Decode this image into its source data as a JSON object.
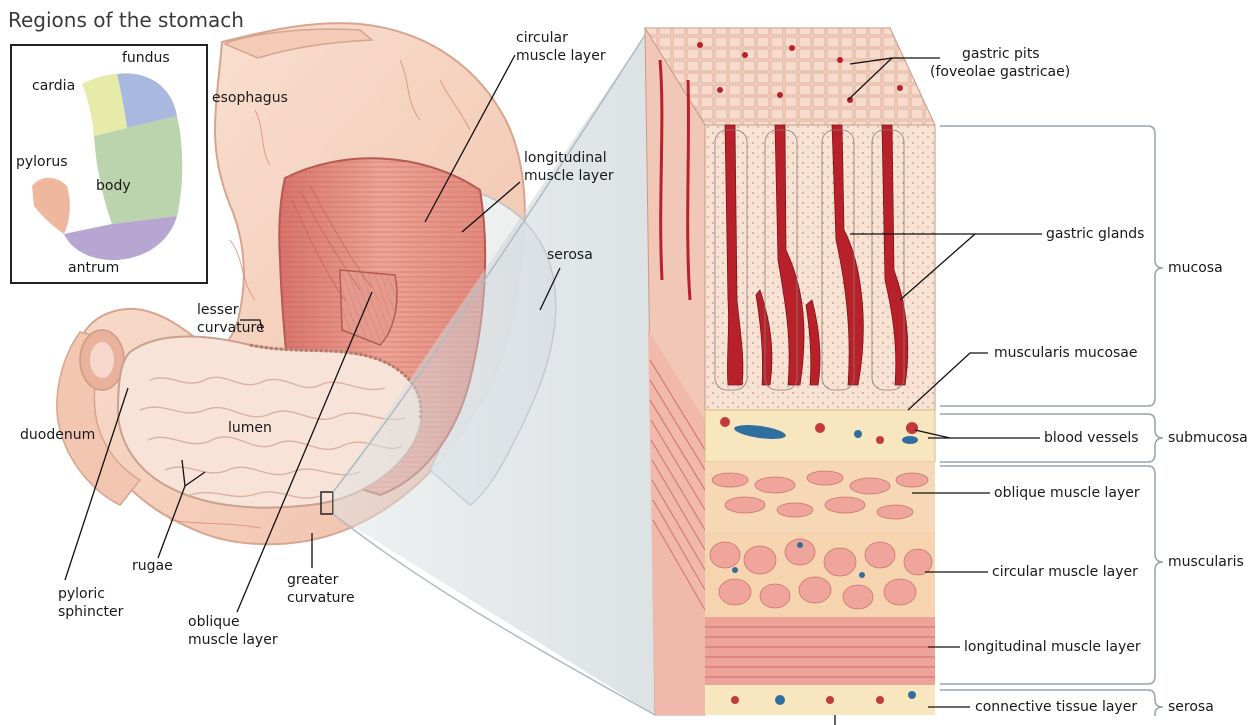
{
  "title": "Regions of the stomach",
  "inset": {
    "fundus": "fundus",
    "cardia": "cardia",
    "pylorus": "pylorus",
    "body": "body",
    "antrum": "antrum"
  },
  "stomach_labels": {
    "esophagus": "esophagus",
    "circular_1": "circular",
    "circular_2": "muscle layer",
    "longitudinal_1": "longitudinal",
    "longitudinal_2": "muscle layer",
    "serosa": "serosa",
    "lesser_1": "lesser",
    "lesser_2": "curvature",
    "lumen": "lumen",
    "duodenum": "duodenum",
    "rugae": "rugae",
    "pyloric_1": "pyloric",
    "pyloric_2": "sphincter",
    "oblique_1": "oblique",
    "oblique_2": "muscle layer",
    "greater_1": "greater",
    "greater_2": "curvature"
  },
  "section_labels": {
    "gastric_pits_1": "gastric pits",
    "gastric_pits_2": "(foveolae gastricae)",
    "gastric_glands": "gastric glands",
    "muscularis_mucosae": "muscularis mucosae",
    "blood_vessels": "blood vessels",
    "oblique": "oblique muscle layer",
    "circular": "circular muscle layer",
    "longitudinal": "longitudinal muscle layer",
    "connective": "connective tissue layer"
  },
  "brackets": {
    "mucosa": "mucosa",
    "submucosa": "submucosa",
    "muscularis": "muscularis",
    "serosa": "serosa"
  },
  "colors": {
    "muscle": "#e8958a",
    "muscle_dark": "#c0524a",
    "stomach_skin": "#f6d3c1",
    "lumen": "#fbe9e2",
    "submucosa": "#f8e6be",
    "gland": "#b8212a",
    "vessel_blue": "#2f6fa0",
    "inset_fundus": "#a8b8de",
    "inset_cardia": "#e6ebaa",
    "inset_body": "#bcd4ae",
    "inset_antrum": "#b7a6d2",
    "inset_pylorus": "#efb89e"
  }
}
